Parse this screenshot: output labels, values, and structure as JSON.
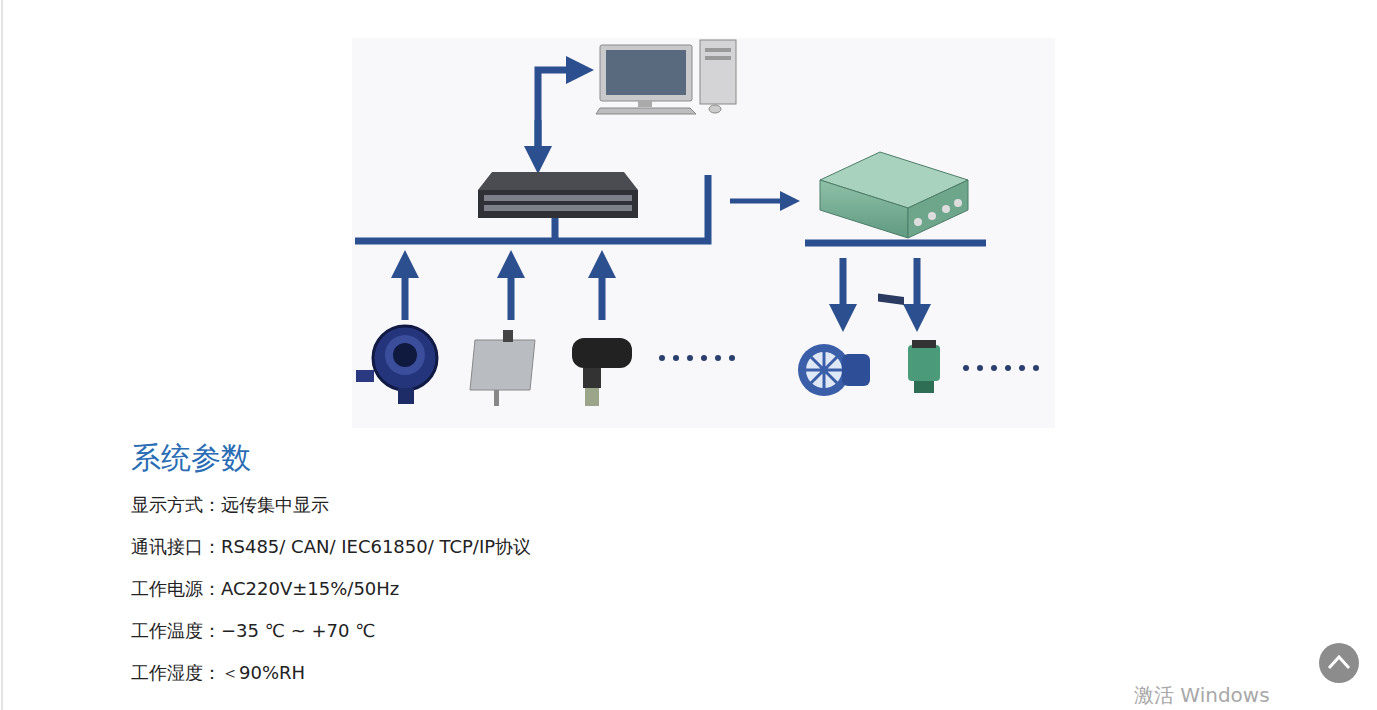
{
  "diagram": {
    "title": "系统参数",
    "labels": [
      "显示方式：远传集中显示",
      "通讯接口：RS485/ CAN/ IEC61850/ TCP/IP协议",
      "工作电源：AC220V±15%/50Hz",
      "工作温度：−35 ℃ ~ +70 ℃",
      "工作湿度：＜90%RH",
      "激活 Windows"
    ]
  }
}
